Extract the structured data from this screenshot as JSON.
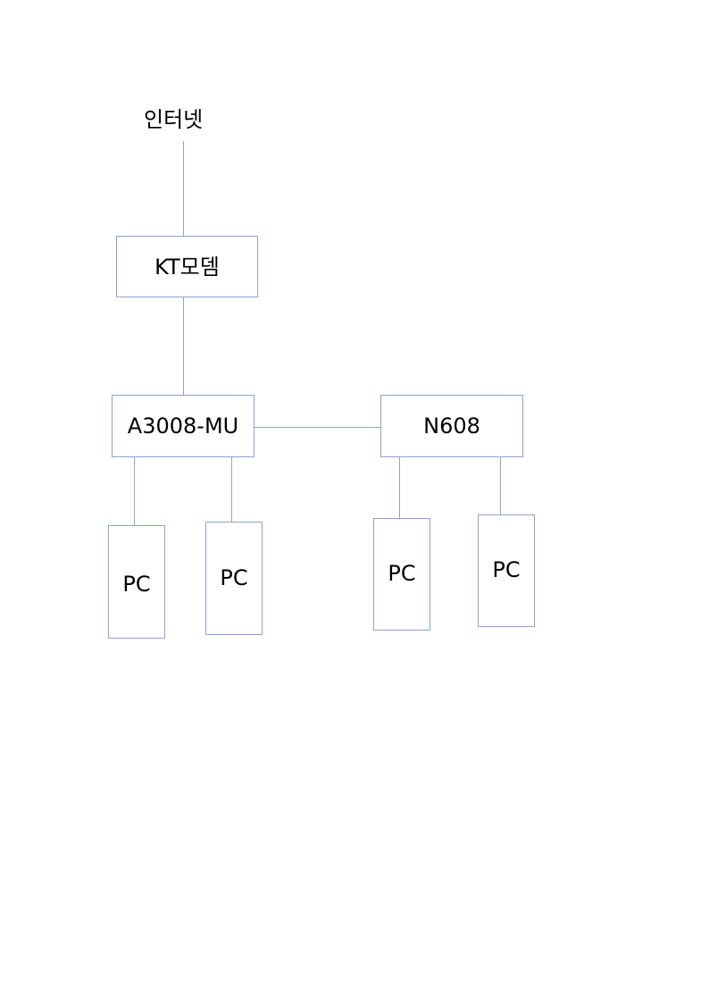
{
  "diagram": {
    "internet": "인터넷",
    "modem": "KT모뎀",
    "router": "A3008-MU",
    "switch": "N608",
    "pcs": [
      "PC",
      "PC",
      "PC",
      "PC"
    ],
    "line_color": "#8ea3cc"
  }
}
